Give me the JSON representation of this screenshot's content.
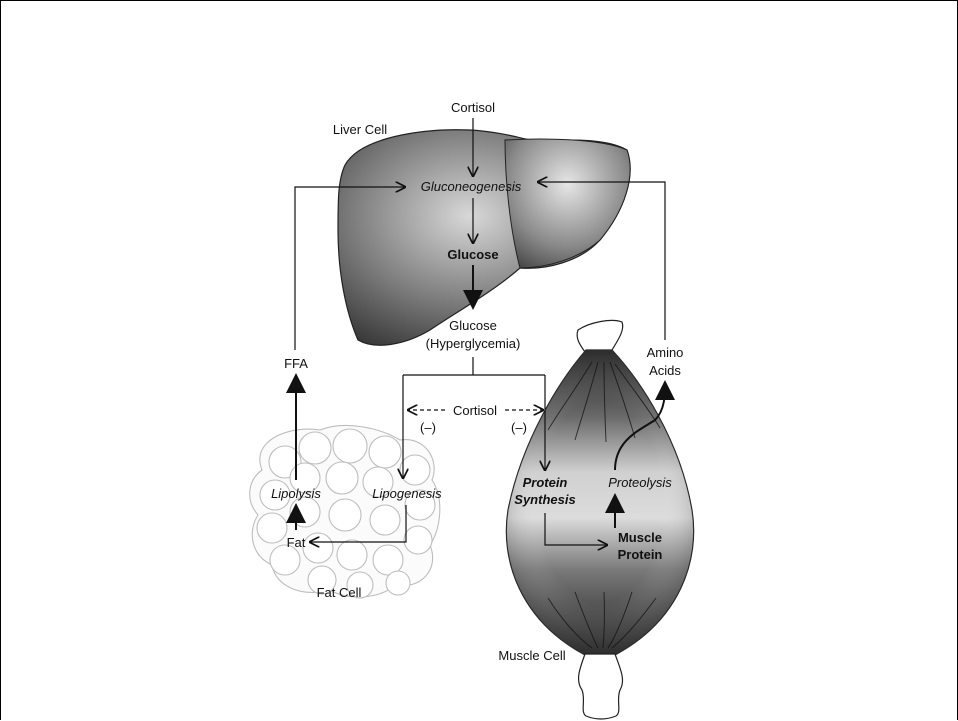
{
  "diagram": {
    "labels": {
      "cortisol_top": "Cortisol",
      "liver_cell": "Liver Cell",
      "gluconeogenesis": "Gluconeogenesis",
      "glucose_liver": "Glucose",
      "glucose_blood": "Glucose",
      "hyperglycemia": "(Hyperglycemia)",
      "ffa": "FFA",
      "cortisol_mid": "Cortisol",
      "minus_left": "(–)",
      "minus_right": "(–)",
      "amino": "Amino",
      "acids": "Acids",
      "lipolysis": "Lipolysis",
      "lipogenesis": "Lipogenesis",
      "fat": "Fat",
      "fat_cell": "Fat Cell",
      "protein_synthesis_1": "Protein",
      "protein_synthesis_2": "Synthesis",
      "proteolysis": "Proteolysis",
      "muscle_protein_1": "Muscle",
      "muscle_protein_2": "Protein",
      "muscle_cell": "Muscle Cell"
    }
  }
}
